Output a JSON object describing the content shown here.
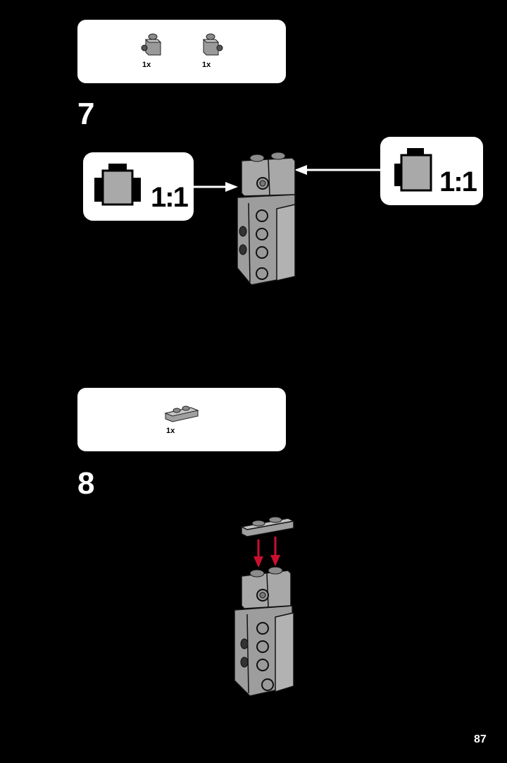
{
  "step7": {
    "number": "7",
    "parts": [
      {
        "qty": "1x",
        "icon": "brick-1x1-side-stud-icon"
      },
      {
        "qty": "1x",
        "icon": "brick-1x1-side-stud-icon"
      }
    ],
    "callouts": [
      {
        "scale": "1:1",
        "icon": "brick-1x1-two-side-studs-icon"
      },
      {
        "scale": "1:1",
        "icon": "brick-1x1-one-side-stud-icon"
      }
    ]
  },
  "step8": {
    "number": "8",
    "parts": [
      {
        "qty": "1x",
        "icon": "plate-1x2-icon"
      }
    ]
  },
  "page": {
    "number": "87"
  },
  "colors": {
    "background": "#000000",
    "panel": "#ffffff",
    "brick_gray": "#a0a0a0",
    "brick_dark": "#6e6e6e",
    "arrow_red": "#c8102e"
  }
}
